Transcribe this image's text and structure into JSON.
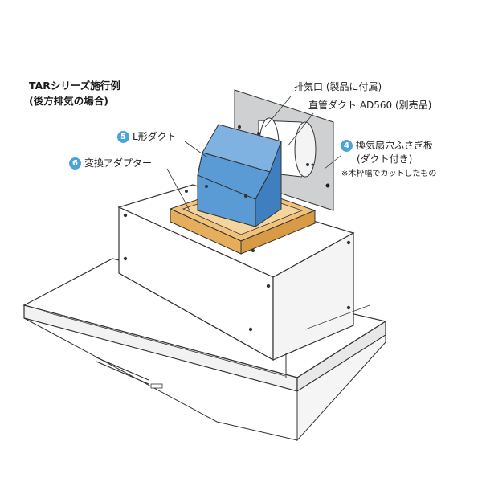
{
  "title": {
    "line1": "TARシリーズ施行例",
    "line2": "(後方排気の場合)"
  },
  "callouts": {
    "exhaust_port": "排気口 (製品に付属)",
    "straight_duct": "直管ダクト AD560 (別売品)",
    "l_duct": {
      "number": "5",
      "label": "L形ダクト"
    },
    "adapter": {
      "number": "6",
      "label": "変換アダプター"
    },
    "fan_cover_plate": {
      "number": "4",
      "label": "換気扇穴ふさぎ板",
      "sub": "(ダクト付き)"
    },
    "note": "※木枠幅でカットしたもの"
  },
  "colors": {
    "badge": "#4aa3dc",
    "duct_front": "#5b9bd5",
    "duct_top": "#7fb2e0",
    "duct_side": "#3f7fbf",
    "adapter": "#f0c27a",
    "plate": "#cfd0d2"
  }
}
